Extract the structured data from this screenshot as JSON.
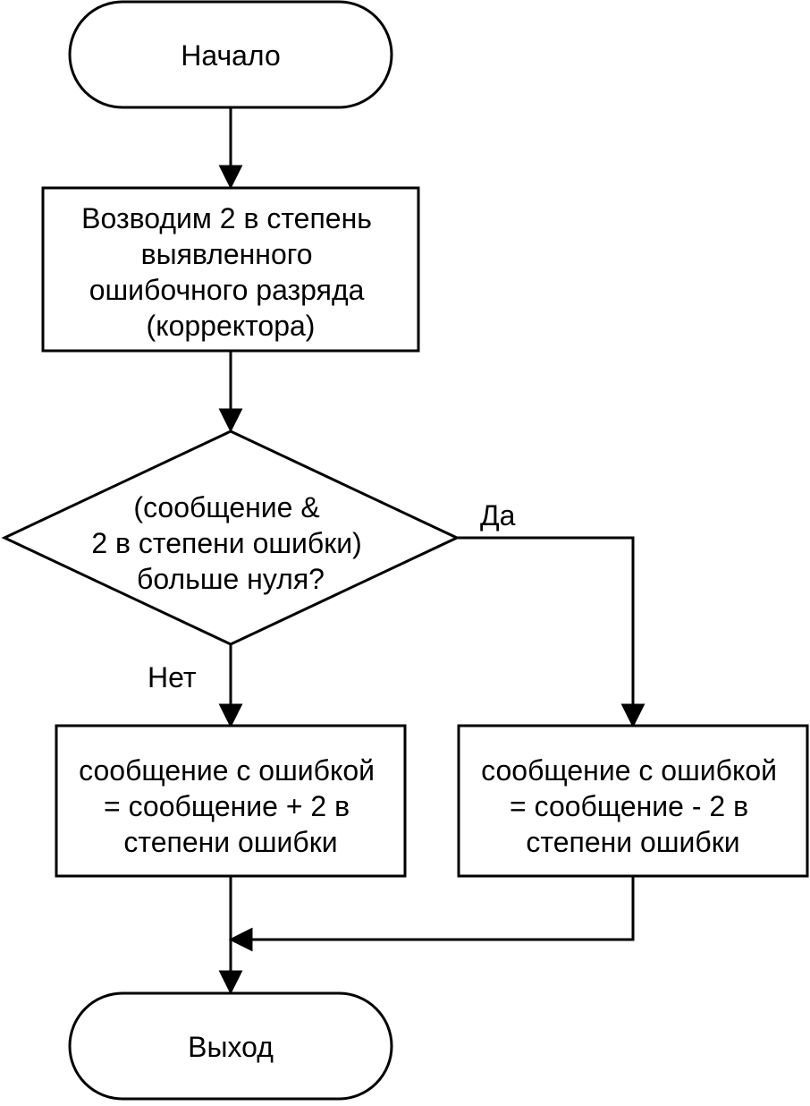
{
  "nodes": {
    "start": {
      "label": "Начало",
      "shape": "terminator"
    },
    "power": {
      "shape": "process",
      "lines": [
        "Возводим 2 в степень",
        "выявленного",
        "ошибочного разряда",
        "(корректора)"
      ]
    },
    "decision": {
      "shape": "decision",
      "lines": [
        "(сообщение &",
        "2 в степени ошибки)",
        "больше нуля?"
      ]
    },
    "no_branch": {
      "shape": "process",
      "lines": [
        "сообщение с ошибкой",
        "= сообщение + 2 в",
        "степени ошибки"
      ]
    },
    "yes_branch": {
      "shape": "process",
      "lines": [
        "сообщение с ошибкой",
        "= сообщение - 2 в",
        "степени ошибки"
      ]
    },
    "exit": {
      "label": "Выход",
      "shape": "terminator"
    }
  },
  "edges": {
    "yes_label": "Да",
    "no_label": "Нет"
  },
  "colors": {
    "stroke": "#000000",
    "fill": "#ffffff",
    "text": "#000000"
  }
}
